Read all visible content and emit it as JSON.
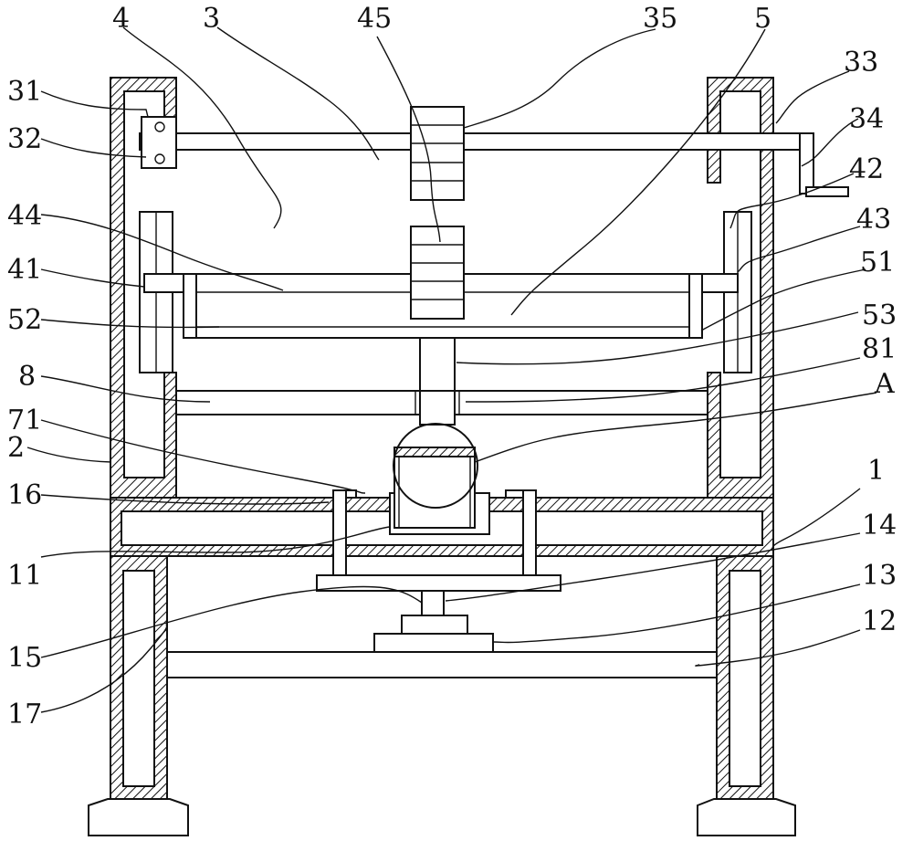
{
  "labels": {
    "l1": "1",
    "l2": "2",
    "l3": "3",
    "l4": "4",
    "l5": "5",
    "l8": "8",
    "l11": "11",
    "l12": "12",
    "l13": "13",
    "l14": "14",
    "l15": "15",
    "l16": "16",
    "l17": "17",
    "l31": "31",
    "l32": "32",
    "l33": "33",
    "l34": "34",
    "l35": "35",
    "l41": "41",
    "l42": "42",
    "l43": "43",
    "l44": "44",
    "l45": "45",
    "l51": "51",
    "l52": "52",
    "l53": "53",
    "l71": "71",
    "l81": "81",
    "lA": "A"
  }
}
